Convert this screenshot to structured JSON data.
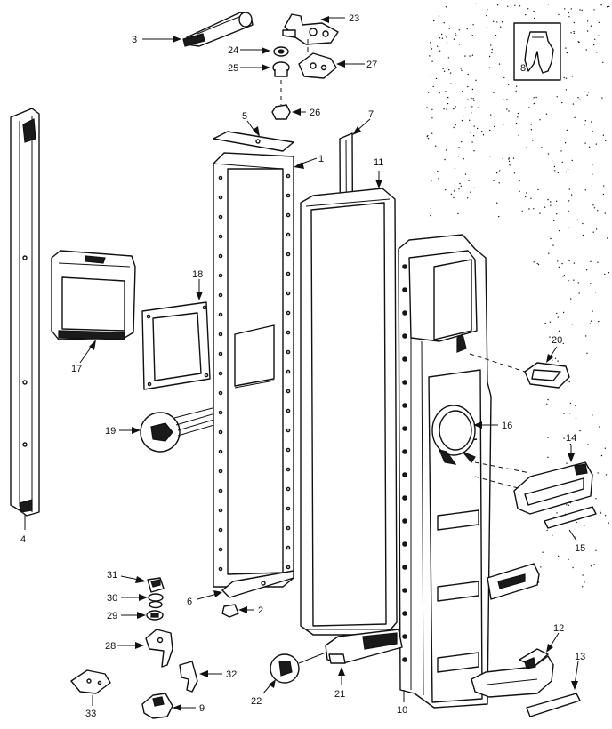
{
  "callouts": [
    {
      "id": "p1",
      "label": "1"
    },
    {
      "id": "p2",
      "label": "2"
    },
    {
      "id": "p3",
      "label": "3"
    },
    {
      "id": "p4",
      "label": "4"
    },
    {
      "id": "p5",
      "label": "5"
    },
    {
      "id": "p6",
      "label": "6"
    },
    {
      "id": "p7",
      "label": "7"
    },
    {
      "id": "p8",
      "label": "8"
    },
    {
      "id": "p9",
      "label": "9"
    },
    {
      "id": "p10",
      "label": "10"
    },
    {
      "id": "p11",
      "label": "11"
    },
    {
      "id": "p12",
      "label": "12"
    },
    {
      "id": "p13",
      "label": "13"
    },
    {
      "id": "p14",
      "label": "14"
    },
    {
      "id": "p15",
      "label": "15"
    },
    {
      "id": "p16",
      "label": "16"
    },
    {
      "id": "p17",
      "label": "17"
    },
    {
      "id": "p18",
      "label": "18"
    },
    {
      "id": "p19",
      "label": "19"
    },
    {
      "id": "p20",
      "label": "20"
    },
    {
      "id": "p21",
      "label": "21"
    },
    {
      "id": "p22",
      "label": "22"
    },
    {
      "id": "p23",
      "label": "23"
    },
    {
      "id": "p24",
      "label": "24"
    },
    {
      "id": "p25",
      "label": "25"
    },
    {
      "id": "p26",
      "label": "26"
    },
    {
      "id": "p27",
      "label": "27"
    },
    {
      "id": "p28",
      "label": "28"
    },
    {
      "id": "p29",
      "label": "29"
    },
    {
      "id": "p30",
      "label": "30"
    },
    {
      "id": "p31",
      "label": "31"
    },
    {
      "id": "p32",
      "label": "32"
    },
    {
      "id": "p33",
      "label": "33"
    }
  ]
}
